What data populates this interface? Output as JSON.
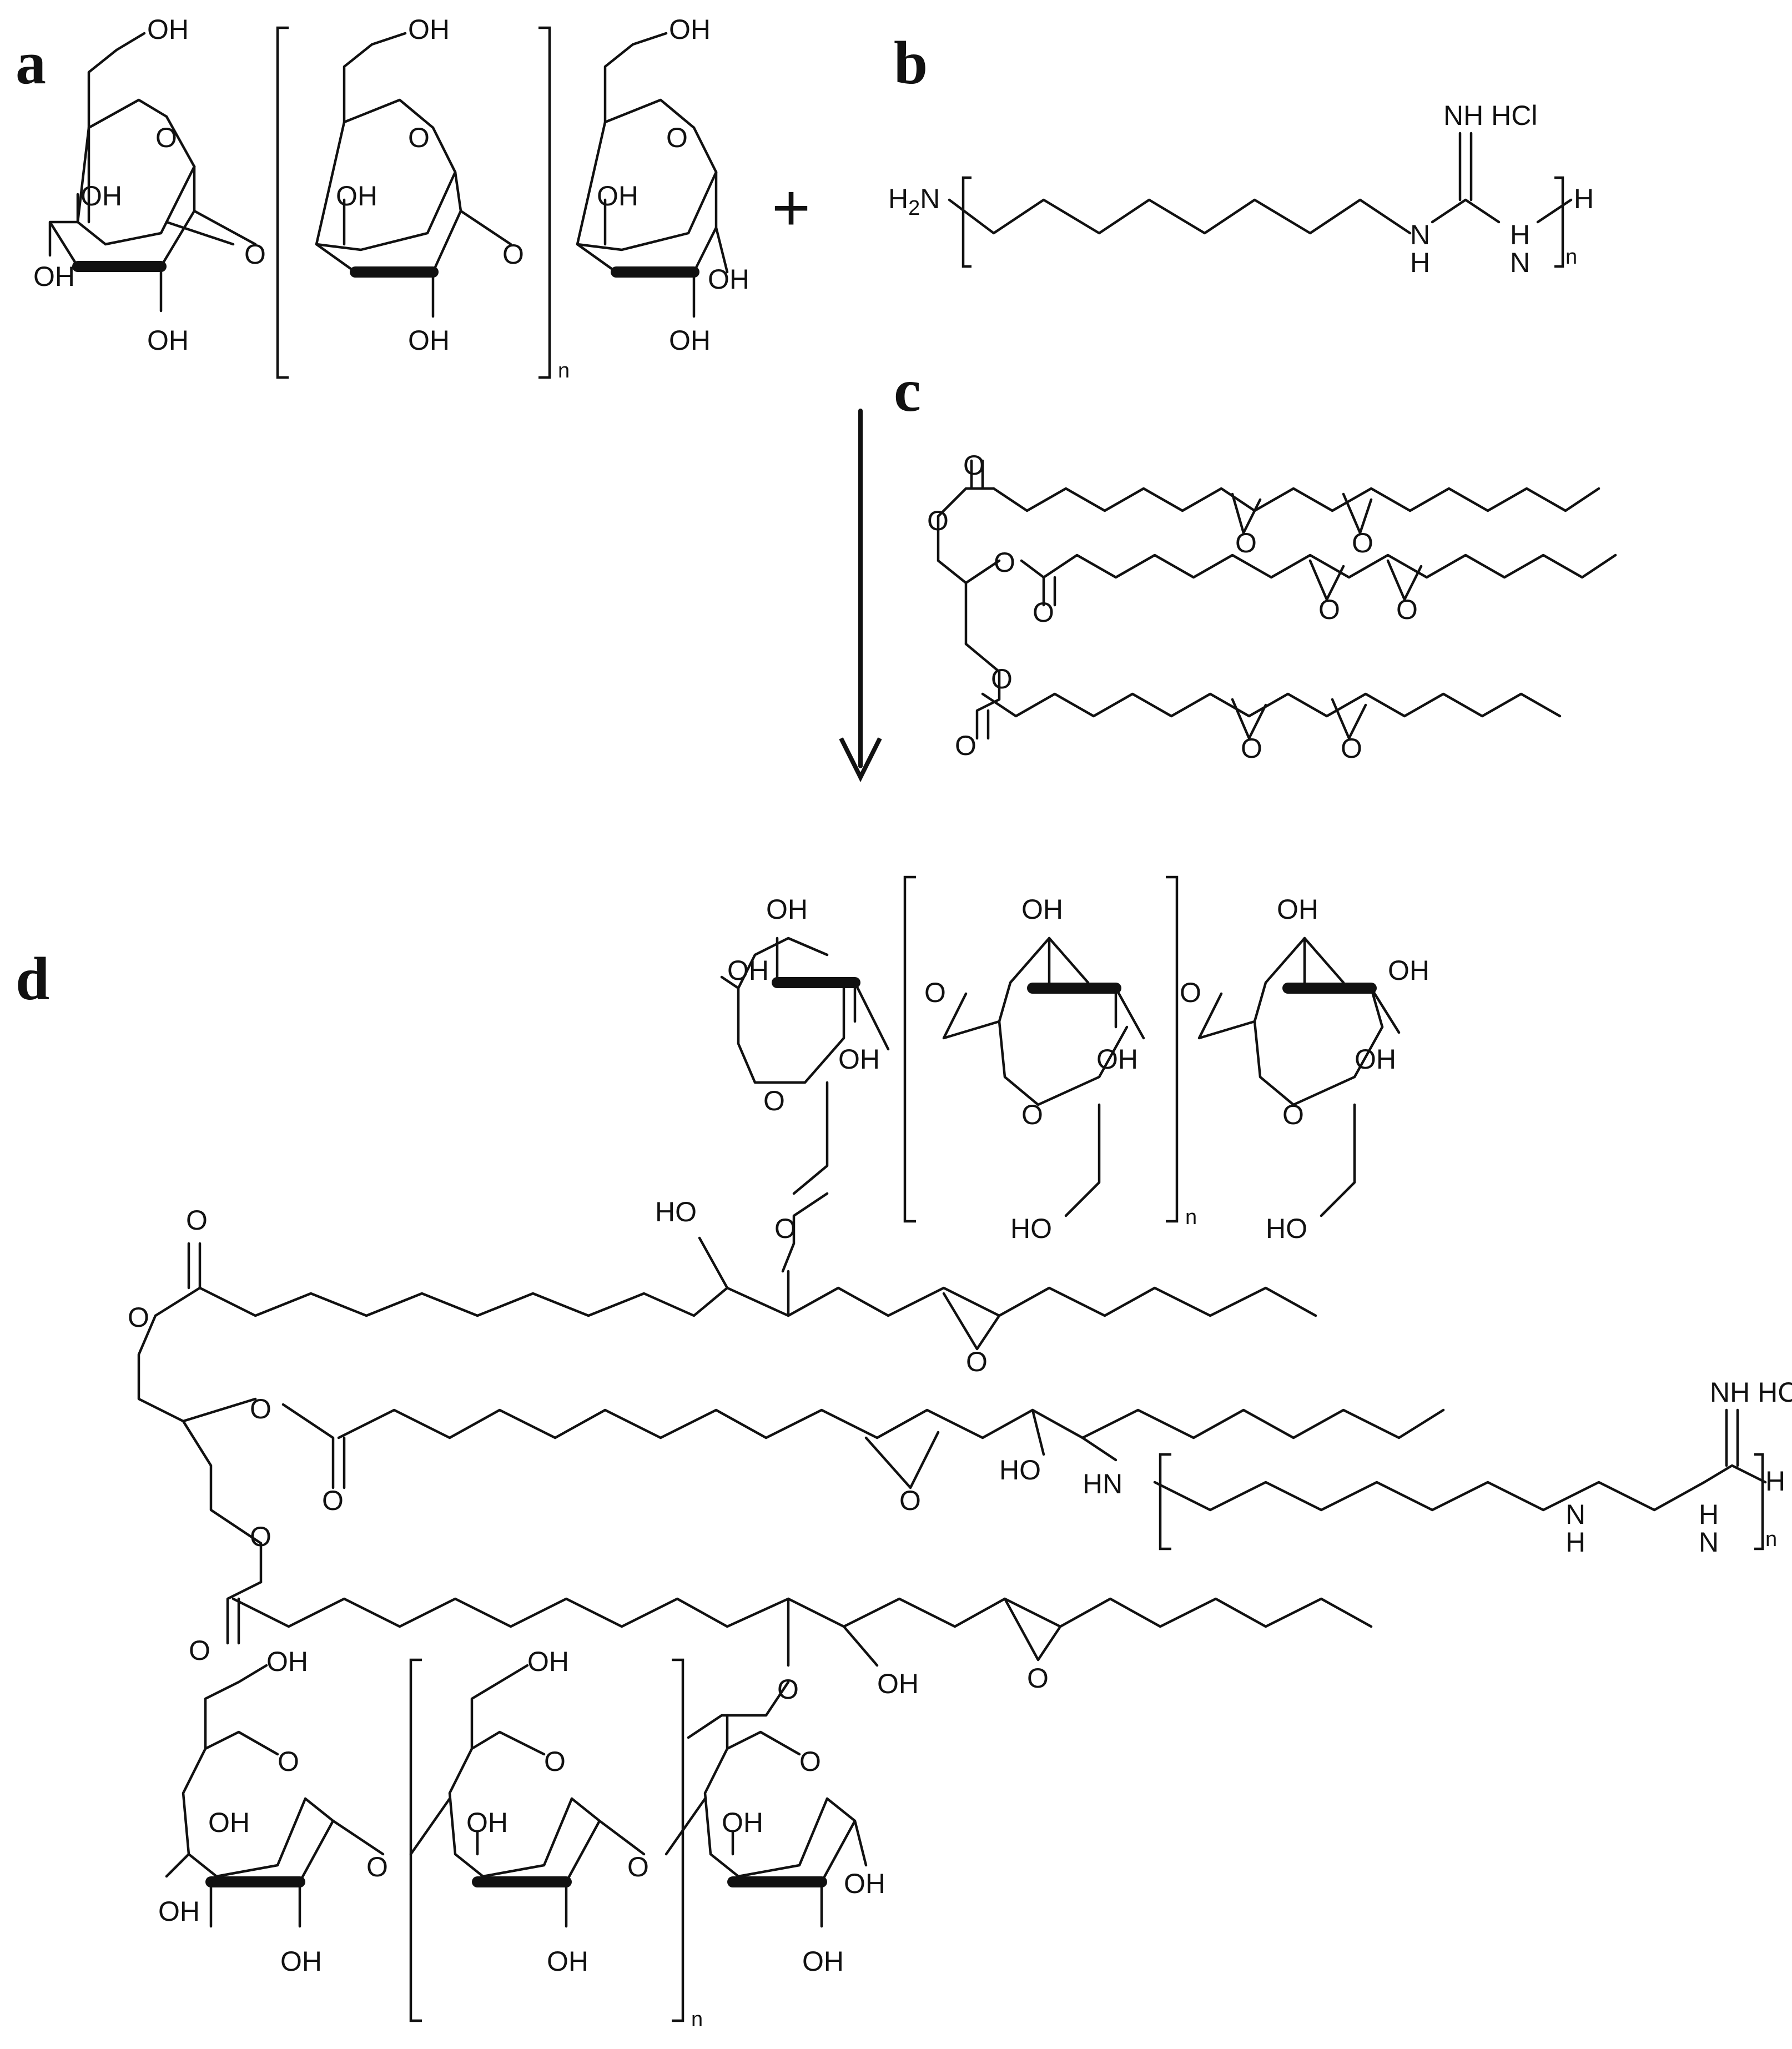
{
  "panels": {
    "a": "a",
    "b": "b",
    "c": "c",
    "d": "d"
  },
  "operators": {
    "plus": "+"
  },
  "atoms": {
    "oh": "OH",
    "ho": "HO",
    "o": "O",
    "h2n": "H",
    "h2n_sub": "2",
    "h2n_n": "N",
    "nh": "NH",
    "hn": "HN",
    "nh_hcl": "NH HCl",
    "h": "H",
    "n": "N",
    "n_sub": "n"
  }
}
